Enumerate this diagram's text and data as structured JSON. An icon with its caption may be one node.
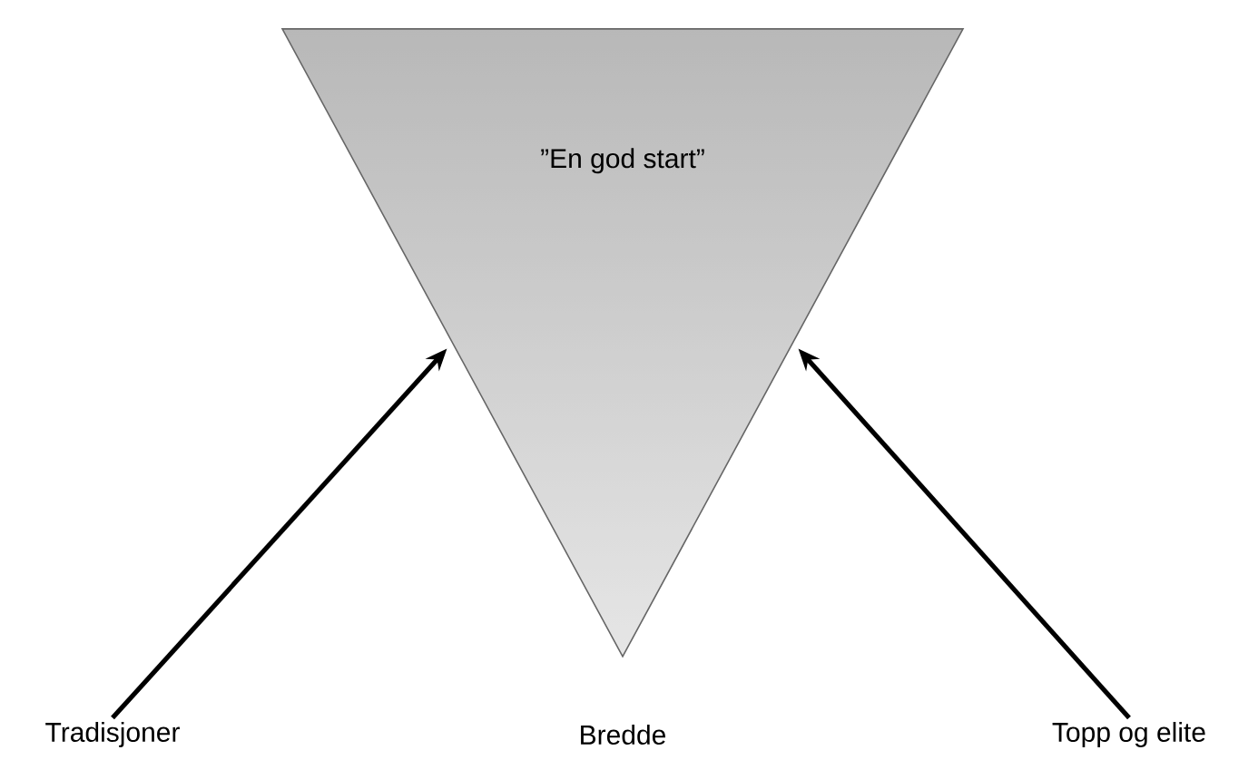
{
  "diagram": {
    "nodes": [
      {
        "text": [
          "”En god start”"
        ]
      },
      {
        "text": [
          "Tradisjoner"
        ]
      },
      {
        "text": [
          "Topp og elite"
        ]
      }
    ],
    "edges": [
      {
        "from": 1,
        "to": 0,
        "arrow": "to"
      },
      {
        "from": 2,
        "to": 0,
        "arrow": "to"
      }
    ],
    "labels": [
      "Bredde"
    ]
  }
}
